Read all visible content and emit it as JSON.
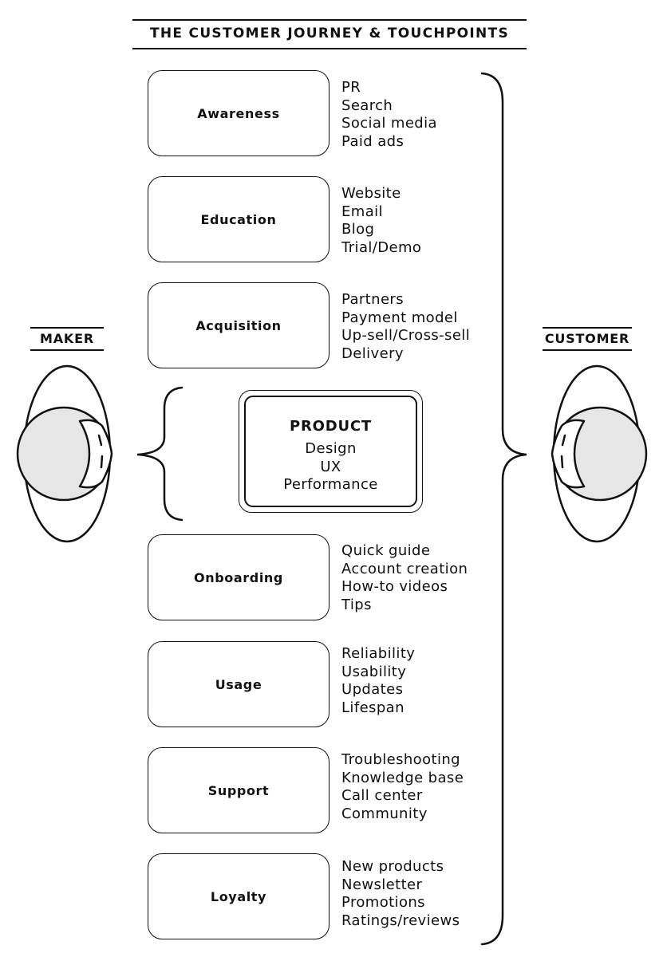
{
  "title": "THE CUSTOMER JOURNEY & TOUCHPOINTS",
  "maker_label": "MAKER",
  "customer_label": "CUSTOMER",
  "stages": [
    {
      "label": "Awareness",
      "touchpoints": [
        "PR",
        "Search",
        "Social media",
        "Paid ads"
      ]
    },
    {
      "label": "Education",
      "touchpoints": [
        "Website",
        "Email",
        "Blog",
        "Trial/Demo"
      ]
    },
    {
      "label": "Acquisition",
      "touchpoints": [
        "Partners",
        "Payment model",
        "Up-sell/Cross-sell",
        "Delivery"
      ]
    },
    {
      "label": "Onboarding",
      "touchpoints": [
        "Quick guide",
        "Account creation",
        "How-to videos",
        "Tips"
      ]
    },
    {
      "label": "Usage",
      "touchpoints": [
        "Reliability",
        "Usability",
        "Updates",
        "Lifespan"
      ]
    },
    {
      "label": "Support",
      "touchpoints": [
        "Troubleshooting",
        "Knowledge base",
        "Call center",
        "Community"
      ]
    },
    {
      "label": "Loyalty",
      "touchpoints": [
        "New products",
        "Newsletter",
        "Promotions",
        "Ratings/reviews"
      ]
    }
  ],
  "product": {
    "title": "PRODUCT",
    "items": [
      "Design",
      "UX",
      "Performance"
    ]
  },
  "colors": {
    "line": "#111111",
    "head_fill": "#e6e6e6",
    "background": "#ffffff"
  }
}
